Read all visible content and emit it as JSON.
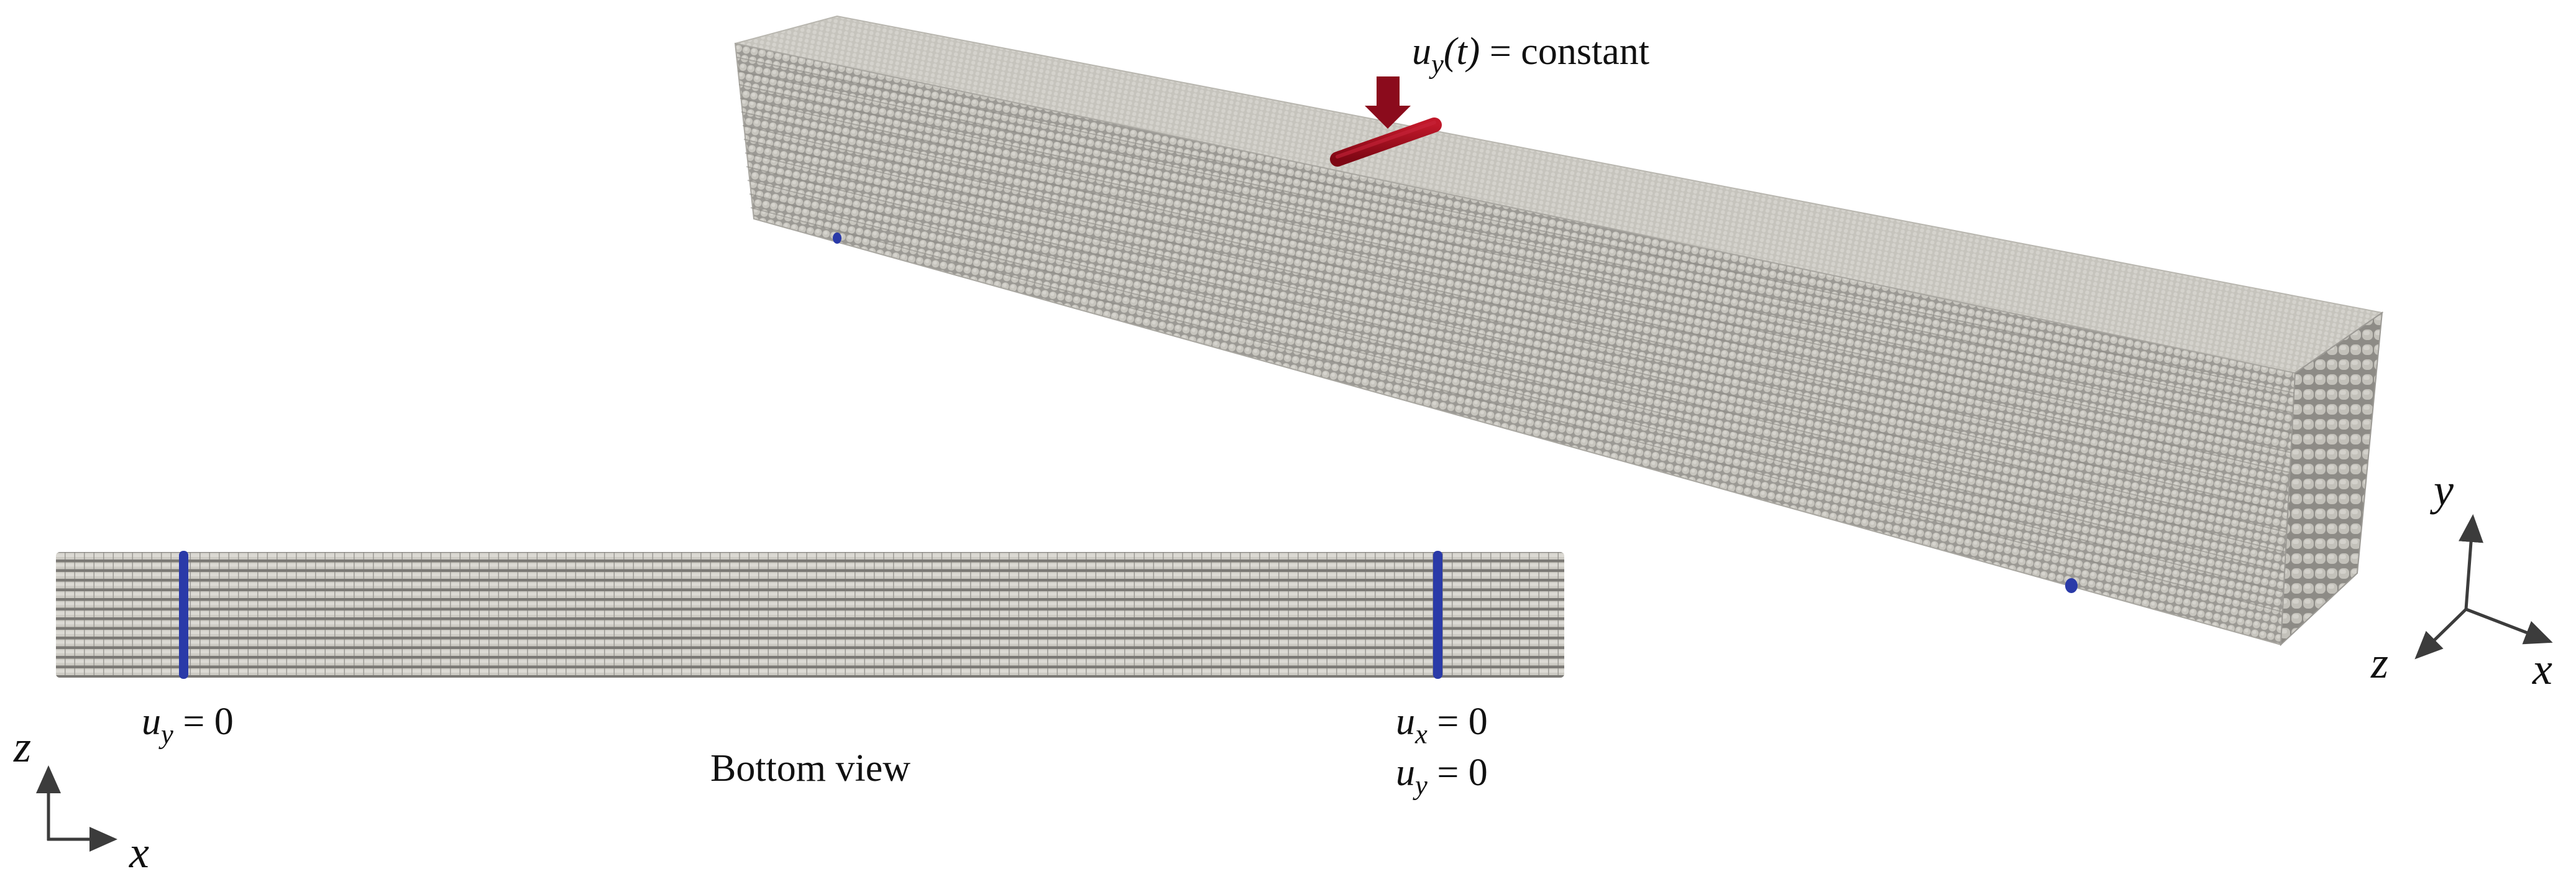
{
  "figure": {
    "description": "Peridynamic beam model under three-point bending with boundary conditions",
    "colors": {
      "atom_light": "#cfcdc6",
      "atom_dark": "#7b7975",
      "atom_top": "#d6d4ce",
      "support_blue": "#2a3aa8",
      "load_red": "#a8101f",
      "arrow_red": "#8b0b1c",
      "axis_gray": "#3c3c3c",
      "text": "#111111"
    }
  },
  "beam_3d": {
    "load_label": {
      "symbol": "u",
      "subscript": "y",
      "arg": "(t)",
      "rest": " = constant",
      "full": "u_y(t) = constant"
    },
    "load_arrow": "down-arrow",
    "load_line": "loading-line",
    "support_markers": [
      "support-left",
      "support-right"
    ]
  },
  "bottom_view": {
    "title": "Bottom view",
    "left_support": {
      "lines": [
        {
          "symbol": "u",
          "subscript": "y",
          "rest": " = 0"
        }
      ]
    },
    "right_support": {
      "lines": [
        {
          "symbol": "u",
          "subscript": "x",
          "rest": " = 0"
        },
        {
          "symbol": "u",
          "subscript": "y",
          "rest": " = 0"
        }
      ]
    },
    "rows": 13
  },
  "axes_3d": {
    "x": "x",
    "y": "y",
    "z": "z"
  },
  "axes_2d": {
    "x": "x",
    "z": "z"
  }
}
